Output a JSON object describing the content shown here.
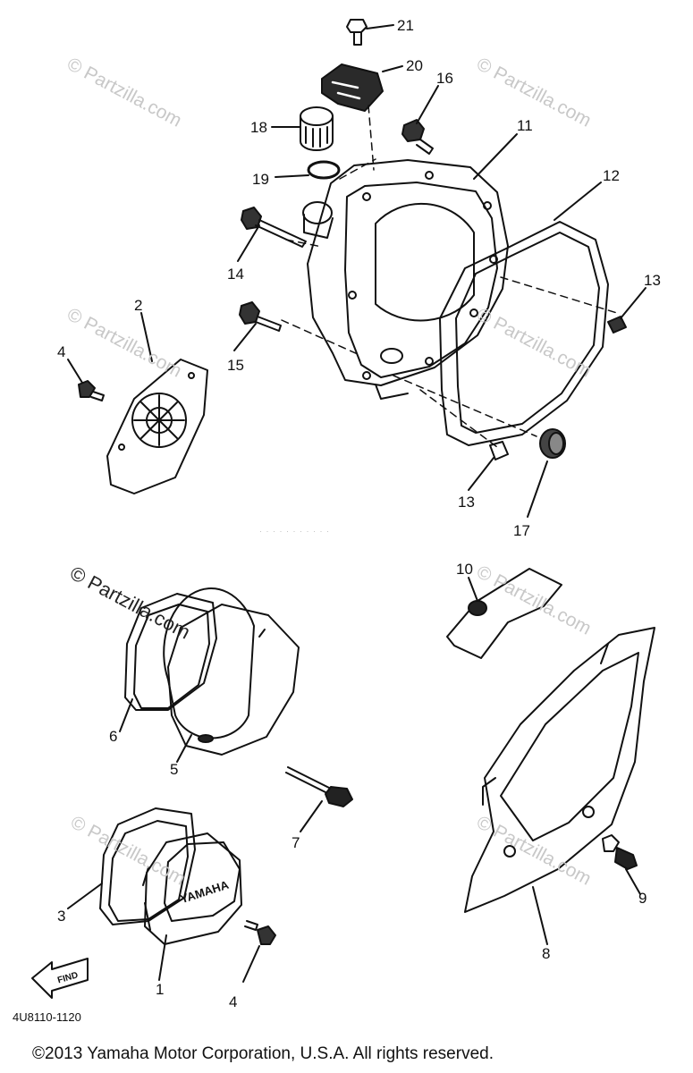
{
  "watermark": "© Partzilla.com",
  "part_numbers": [
    "21",
    "20",
    "16",
    "18",
    "11",
    "19",
    "12",
    "14",
    "13",
    "2",
    "15",
    "4",
    "13",
    "17",
    "10",
    "6",
    "5",
    "7",
    "3",
    "1",
    "4",
    "9",
    "8"
  ],
  "find_badge": "FIND",
  "cover_brand": "YAMAHA",
  "diagram_code": "4U8110-1120",
  "faint_note": "· · · · · · · · · · ·",
  "copyright": "©2013  Yamaha Motor Corporation, U.S.A. All rights reserved."
}
